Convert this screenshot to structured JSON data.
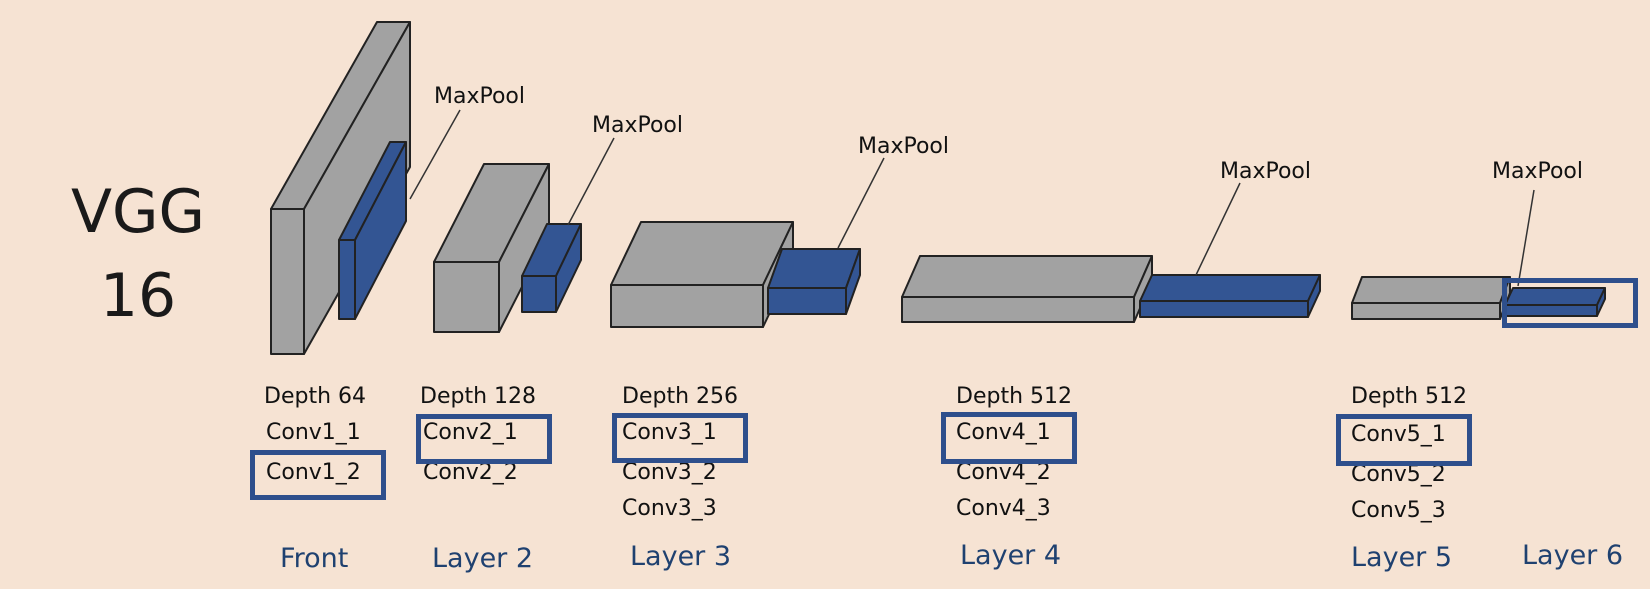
{
  "title": {
    "line1": "VGG",
    "line2": "16"
  },
  "colors": {
    "background": "#f6e3d3",
    "conv_block": "#a2a2a2",
    "pool_block": "#335593",
    "highlight": "#2e4f8c",
    "layer_label": "#1f4170",
    "outline": "#222222"
  },
  "maxpool_label": "MaxPool",
  "layers": [
    {
      "name": "Front",
      "depth": "Depth 64",
      "convs": [
        "Conv1_1",
        "Conv1_2"
      ],
      "highlighted": "Conv1_2"
    },
    {
      "name": "Layer 2",
      "depth": "Depth 128",
      "convs": [
        "Conv2_1",
        "Conv2_2"
      ],
      "highlighted": "Conv2_1"
    },
    {
      "name": "Layer 3",
      "depth": "Depth 256",
      "convs": [
        "Conv3_1",
        "Conv3_2",
        "Conv3_3"
      ],
      "highlighted": "Conv3_1"
    },
    {
      "name": "Layer 4",
      "depth": "Depth 512",
      "convs": [
        "Conv4_1",
        "Conv4_2",
        "Conv4_3"
      ],
      "highlighted": "Conv4_1"
    },
    {
      "name": "Layer 5",
      "depth": "Depth 512",
      "convs": [
        "Conv5_1",
        "Conv5_2",
        "Conv5_3"
      ],
      "highlighted": "Conv5_1"
    },
    {
      "name": "Layer 6",
      "depth": "",
      "convs": [],
      "highlighted": "MaxPool"
    }
  ]
}
